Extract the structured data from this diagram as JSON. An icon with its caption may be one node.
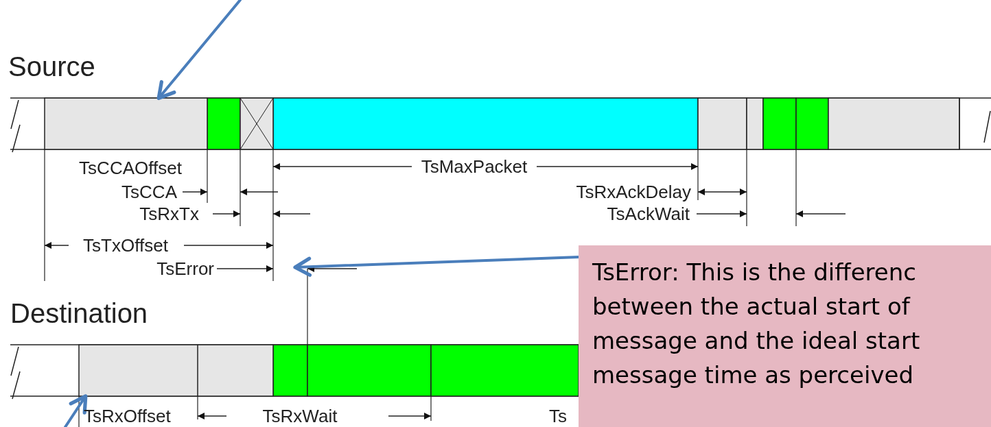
{
  "diagram": {
    "nodes": [
      {
        "text": [
          "TsError: This is the differenc between the actual start of message and the ideal start message time as perceived"
        ]
      },
      {
        "text": [],
        "shape": "bar"
      },
      {
        "text": [],
        "shape": "bar"
      }
    ],
    "edges": [
      {
        "from": null,
        "to": 1,
        "arrow": "to"
      },
      {
        "from": 0,
        "to": null,
        "arrow": "to"
      },
      {
        "from": null,
        "to": 2,
        "arrow": "to"
      }
    ],
    "labels": [
      "Source",
      "TsCCAOffset",
      "TsCCA",
      "TsRxTx",
      "TsMaxPacket",
      "TsRxAckDelay",
      "TsAckWait",
      "TsTxOffset",
      "TsError",
      "Destination",
      "TsRxOffset",
      "TsRxWait",
      "Ts"
    ]
  }
}
